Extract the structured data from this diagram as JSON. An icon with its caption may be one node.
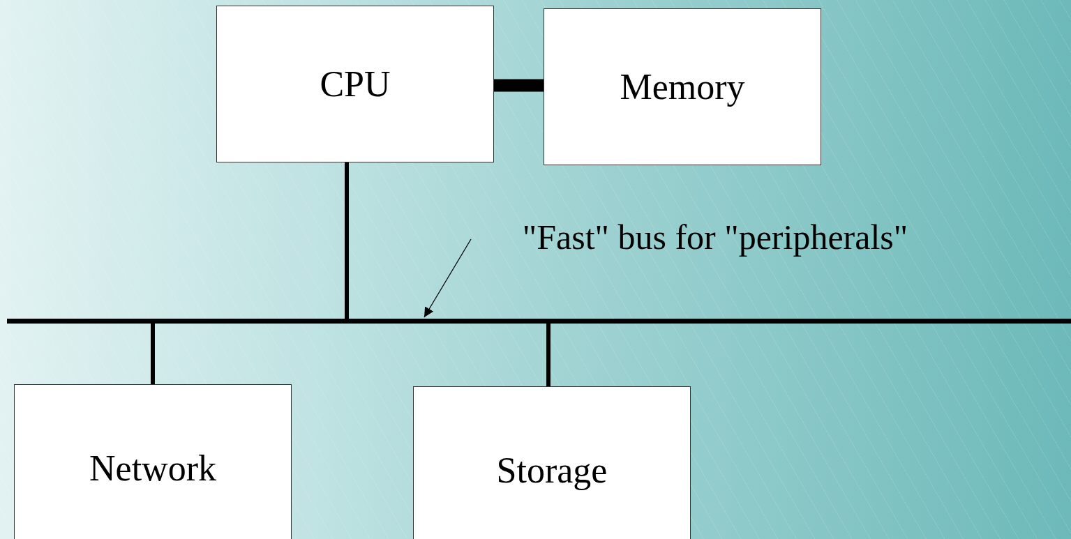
{
  "diagram": {
    "nodes": [
      {
        "text": [
          "CPU"
        ]
      },
      {
        "text": [
          "Memory"
        ]
      },
      {
        "text": [],
        "shape": "bar"
      },
      {
        "text": [
          "Network"
        ]
      },
      {
        "text": [
          "Storage"
        ]
      },
      {
        "text": [
          "\"Fast\" bus for \"peripherals\""
        ]
      }
    ],
    "edges": [
      {
        "from": 0,
        "to": 1,
        "arrow": "none",
        "style": "thick"
      },
      {
        "from": 0,
        "to": 2,
        "arrow": "none"
      },
      {
        "from": 2,
        "to": 3,
        "arrow": "none"
      },
      {
        "from": 2,
        "to": 4,
        "arrow": "none"
      },
      {
        "from": 5,
        "to": 2,
        "arrow": "to"
      }
    ]
  }
}
